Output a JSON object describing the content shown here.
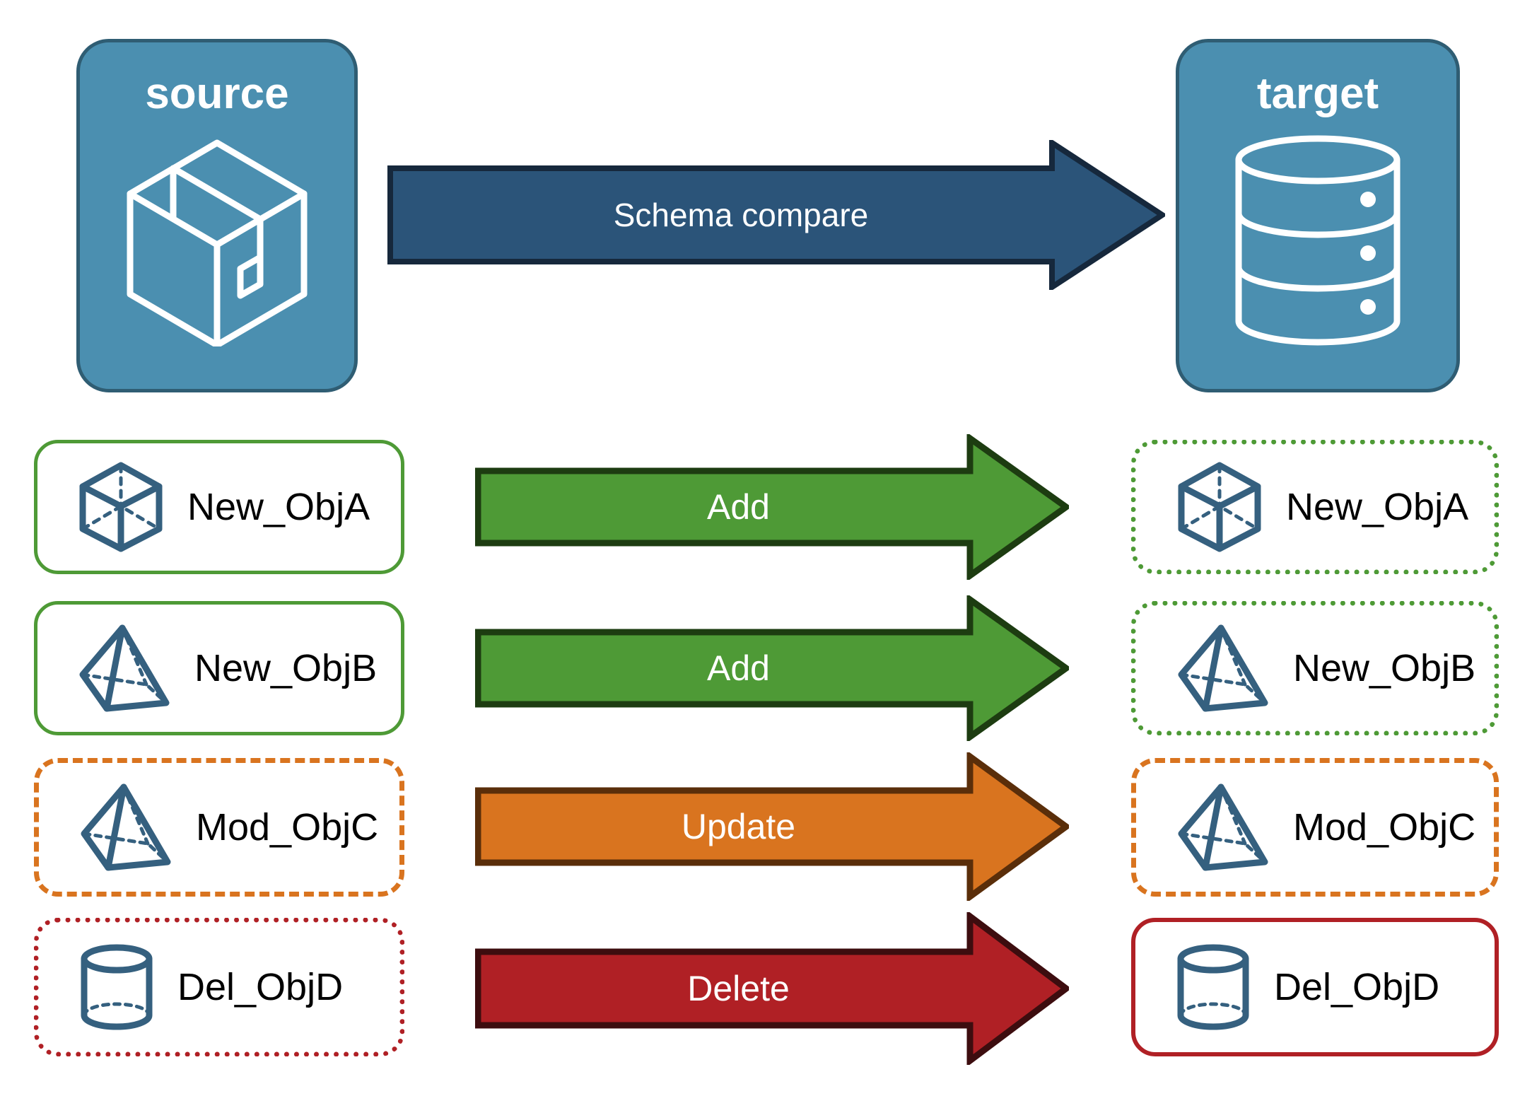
{
  "diagram": {
    "title_source": "source",
    "title_target": "target",
    "compare_arrow_label": "Schema compare",
    "colors": {
      "endpoint_fill": "#4b8fb0",
      "endpoint_border": "#2f5d73",
      "compare_arrow_fill": "#2b5479",
      "compare_arrow_border": "#16283c",
      "add_fill": "#4e9a36",
      "add_border": "#1d3c11",
      "update_fill": "#d9741f",
      "update_border": "#5a2e0a",
      "delete_fill": "#b02025",
      "delete_border": "#3d0d0f",
      "icon_blue": "#35607f",
      "text_black": "#000000",
      "text_white": "#ffffff"
    },
    "source_icon": "package-box-icon",
    "target_icon": "database-cylinder-icon"
  },
  "rows": [
    {
      "source_label": "New_ObjA",
      "source_icon": "wireframe-cube-icon",
      "source_border_style": "solid-green",
      "action_label": "Add",
      "action_kind": "add",
      "target_label": "New_ObjA",
      "target_icon": "wireframe-cube-icon",
      "target_border_style": "dotted-green"
    },
    {
      "source_label": "New_ObjB",
      "source_icon": "wireframe-pyramid-icon",
      "source_border_style": "solid-green",
      "action_label": "Add",
      "action_kind": "add",
      "target_label": "New_ObjB",
      "target_icon": "wireframe-pyramid-icon",
      "target_border_style": "dotted-green"
    },
    {
      "source_label": "Mod_ObjC",
      "source_icon": "wireframe-pyramid-icon",
      "source_border_style": "dashed-orange",
      "action_label": "Update",
      "action_kind": "update",
      "target_label": "Mod_ObjC",
      "target_icon": "wireframe-pyramid-icon",
      "target_border_style": "dashed-orange"
    },
    {
      "source_label": "Del_ObjD",
      "source_icon": "wireframe-cylinder-icon",
      "source_border_style": "dotted-red",
      "action_label": "Delete",
      "action_kind": "delete",
      "target_label": "Del_ObjD",
      "target_icon": "wireframe-cylinder-icon",
      "target_border_style": "solid-red"
    }
  ]
}
